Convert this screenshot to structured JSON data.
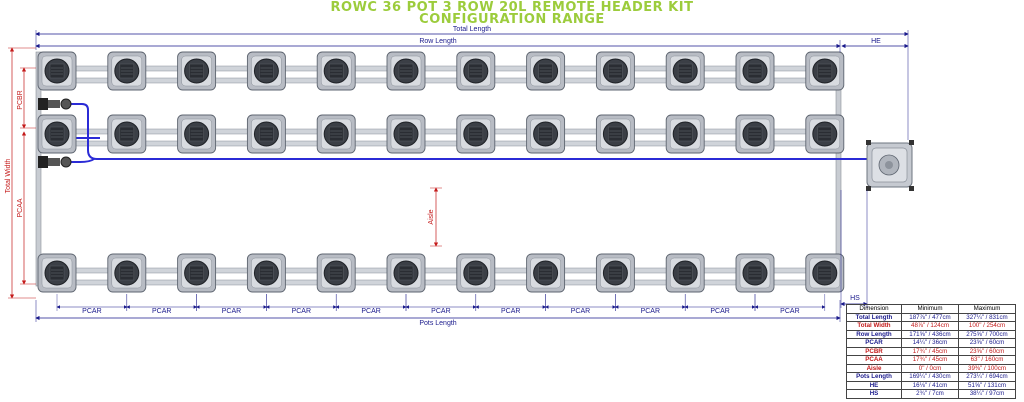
{
  "header": {
    "title_line1": "ROWC 36 POT 3 ROW 20L REMOTE HEADER KIT",
    "title_line2": "CONFIGURATION RANGE"
  },
  "dimensions": {
    "total_length": "Total Length",
    "row_length": "Row Length",
    "he": "HE",
    "total_width": "Total Width",
    "pcbr": "PCBR",
    "pcaa": "PCAA",
    "aisle": "Aisle",
    "hs": "HS",
    "pots_length": "Pots Length",
    "pcar": "PCAR"
  },
  "layout": {
    "pots_per_row": 12,
    "rows": 3
  },
  "colors": {
    "title": "#9ccc3c",
    "dim_blue": "#1a1a8c",
    "dim_red": "#c41a1a",
    "pipe_blue": "#2b2bd6",
    "pot_grey": "#b8bcc4"
  },
  "spec_table": {
    "headers": [
      "Dimension",
      "Minimum",
      "Maximum"
    ],
    "rows": [
      {
        "label": "Total Length",
        "min": "187⅞\" / 477cm",
        "max": "327¼\" / 831cm",
        "color": "blue"
      },
      {
        "label": "Total Width",
        "min": "48⅞\" / 124cm",
        "max": "100\" / 254cm",
        "color": "red"
      },
      {
        "label": "Row Length",
        "min": "171⅝\" / 436cm",
        "max": "275⅝\" / 700cm",
        "color": "blue"
      },
      {
        "label": "PCAR",
        "min": "14¼\" / 36cm",
        "max": "23⅝\" / 60cm",
        "color": "blue"
      },
      {
        "label": "PCBR",
        "min": "17¾\" / 45cm",
        "max": "23⅝\" / 60cm",
        "color": "red"
      },
      {
        "label": "PCAA",
        "min": "17¾\" / 45cm",
        "max": "63\" / 160cm",
        "color": "red"
      },
      {
        "label": "Aisle",
        "min": "0\" / 0cm",
        "max": "39⅜\" / 100cm",
        "color": "red"
      },
      {
        "label": "Pots Length",
        "min": "169¼\" / 430cm",
        "max": "273¼\" / 694cm",
        "color": "blue"
      },
      {
        "label": "HE",
        "min": "16⅛\" / 41cm",
        "max": "51⅝\" / 131cm",
        "color": "blue"
      },
      {
        "label": "HS",
        "min": "2¾\" / 7cm",
        "max": "38¼\" / 97cm",
        "color": "blue"
      }
    ]
  }
}
